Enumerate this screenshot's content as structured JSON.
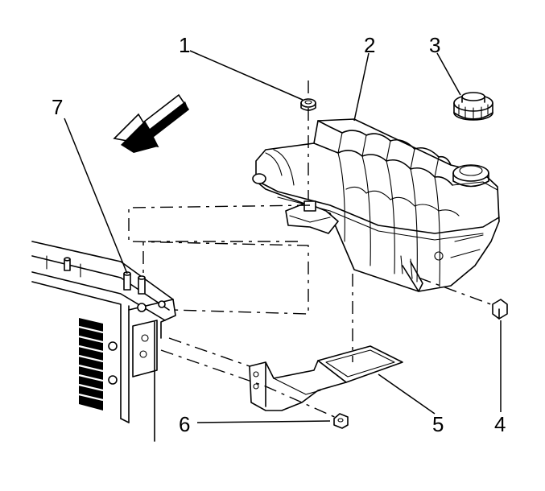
{
  "callouts": [
    {
      "label": "1",
      "part": "nut"
    },
    {
      "label": "2",
      "part": "coolant-reservoir"
    },
    {
      "label": "3",
      "part": "reservoir-cap"
    },
    {
      "label": "4",
      "part": "bolt"
    },
    {
      "label": "5",
      "part": "reservoir-bracket"
    },
    {
      "label": "6",
      "part": "nut"
    },
    {
      "label": "7",
      "part": "radiator-support-studs"
    }
  ],
  "icons": {
    "direction_arrow": "front-direction-arrow-icon",
    "fastener": "fastener-icon"
  }
}
